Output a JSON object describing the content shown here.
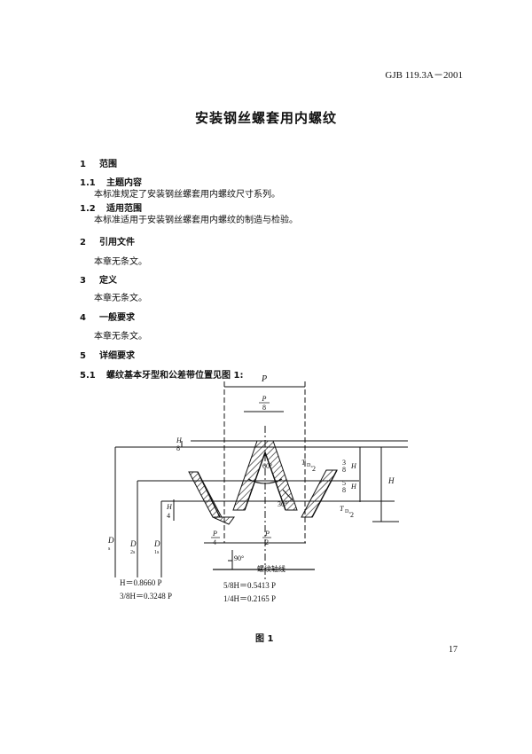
{
  "header": {
    "standard_number": "GJB 119.3A－2001"
  },
  "title": "安装钢丝螺套用内螺纹",
  "sections": [
    {
      "num": "1",
      "heading": "范围"
    },
    {
      "num": "1.1",
      "heading": "主题内容",
      "text": "本标准规定了安装钢丝螺套用内螺纹尺寸系列。"
    },
    {
      "num": "1.2",
      "heading": "适用范围",
      "text": "本标准适用于安装钢丝螺套用内螺纹的制造与检验。"
    },
    {
      "num": "2",
      "heading": "引用文件",
      "text": "本章无条文。"
    },
    {
      "num": "3",
      "heading": "定义",
      "text": "本章无条文。"
    },
    {
      "num": "4",
      "heading": "一般要求",
      "text": "本章无条文。"
    },
    {
      "num": "5",
      "heading": "详细要求"
    },
    {
      "num": "5.1",
      "heading": "螺纹基本牙型和公差带位置见图 1:"
    }
  ],
  "figure": {
    "caption": "图 1",
    "labels": {
      "P": "P",
      "P_over_8_num": "P",
      "P_over_8_den": "8",
      "H_over_8_num": "H",
      "H_over_8_den": "8",
      "H_over_4_num": "H",
      "H_over_4_den": "4",
      "P_over_4_num": "P",
      "P_over_4_den": "4",
      "P_over_2_num": "P",
      "P_over_2_den": "2",
      "three_eighths_H": "3",
      "three_eighths_H_den": "8",
      "three_eighths_H_var": "H",
      "five_eighths_H": "5",
      "five_eighths_H_den": "8",
      "five_eighths_H_var": "H",
      "H": "H",
      "T_D2_top": "T",
      "T_D2_top_sub": "D₂",
      "T_D2_top_den": "2",
      "T_D2_bot": "T",
      "T_D2_bot_sub": "D₂",
      "T_D2_bot_den": "2",
      "angle_60": "60°",
      "angle_30": "30°",
      "angle_90": "90°",
      "D_s": "D",
      "D_s_sub": "s",
      "D_2s": "D",
      "D_2s_sub": "2s",
      "D_1s": "D",
      "D_1s_sub": "1s",
      "axis_label": "螺纹轴线"
    },
    "formulas": [
      "H＝0.8660 P",
      "3/8H＝0.3248 P",
      "5/8H＝0.5413 P",
      "1/4H＝0.2165 P"
    ]
  },
  "page_number": "17"
}
